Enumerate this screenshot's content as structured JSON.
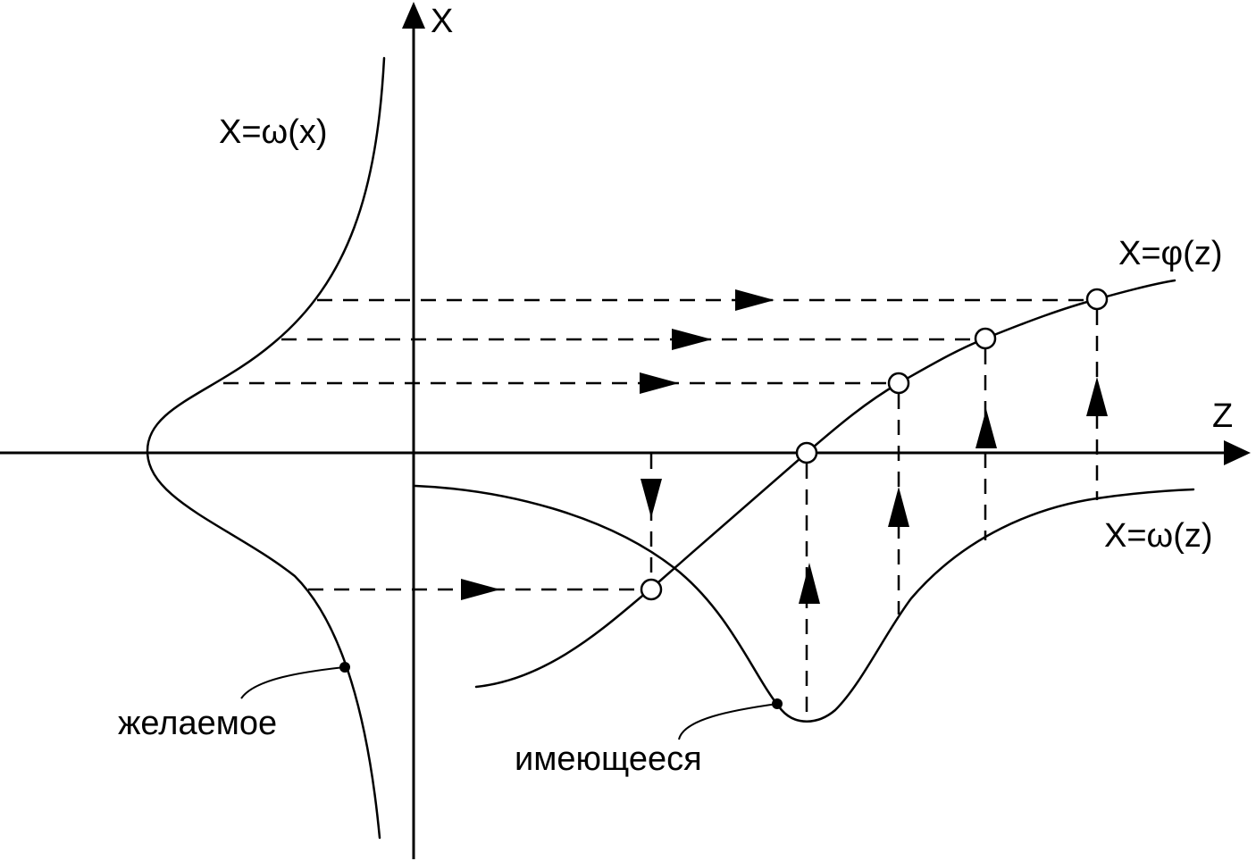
{
  "axes": {
    "x_label": "Z",
    "y_label": "X"
  },
  "curves": {
    "desired_label": "X=ω(x)",
    "transform_label": "X=φ(z)",
    "actual_label": "X=ω(z)"
  },
  "annotations": {
    "desired": "желаемое",
    "actual": "имеющееся"
  },
  "colors": {
    "ink": "#000000",
    "background": "#ffffff"
  }
}
